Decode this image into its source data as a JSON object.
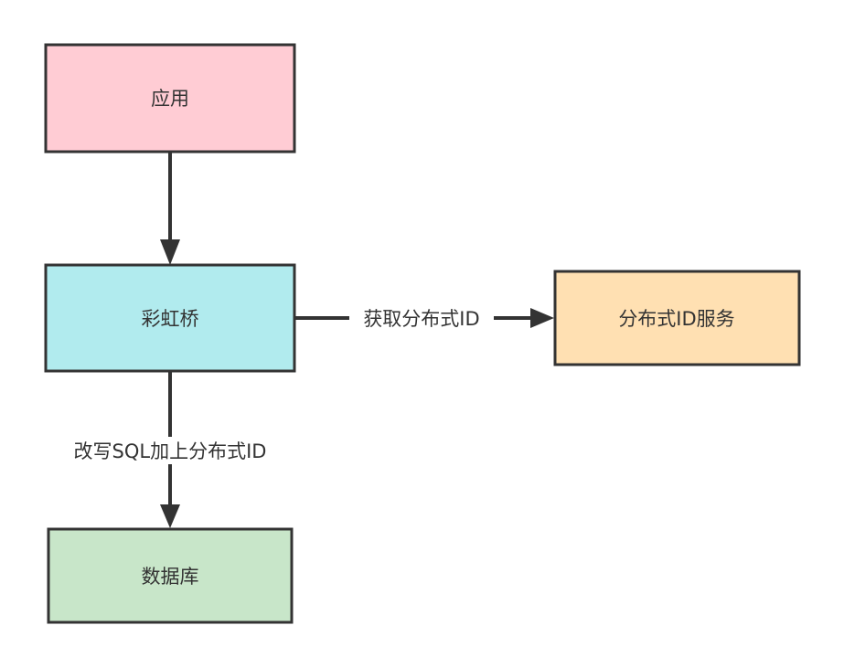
{
  "nodes": {
    "app": {
      "label": "应用",
      "color": "#ffccd4"
    },
    "bridge": {
      "label": "彩虹桥",
      "color": "#b1ebee"
    },
    "id_service": {
      "label": "分布式ID服务",
      "color": "#ffe0b2"
    },
    "database": {
      "label": "数据库",
      "color": "#c8e6c9"
    }
  },
  "edges": {
    "app_to_bridge": {
      "label": ""
    },
    "bridge_to_id_service": {
      "label": "获取分布式ID"
    },
    "bridge_to_database": {
      "label": "改写SQL加上分布式ID"
    }
  },
  "stroke_color": "#333333"
}
